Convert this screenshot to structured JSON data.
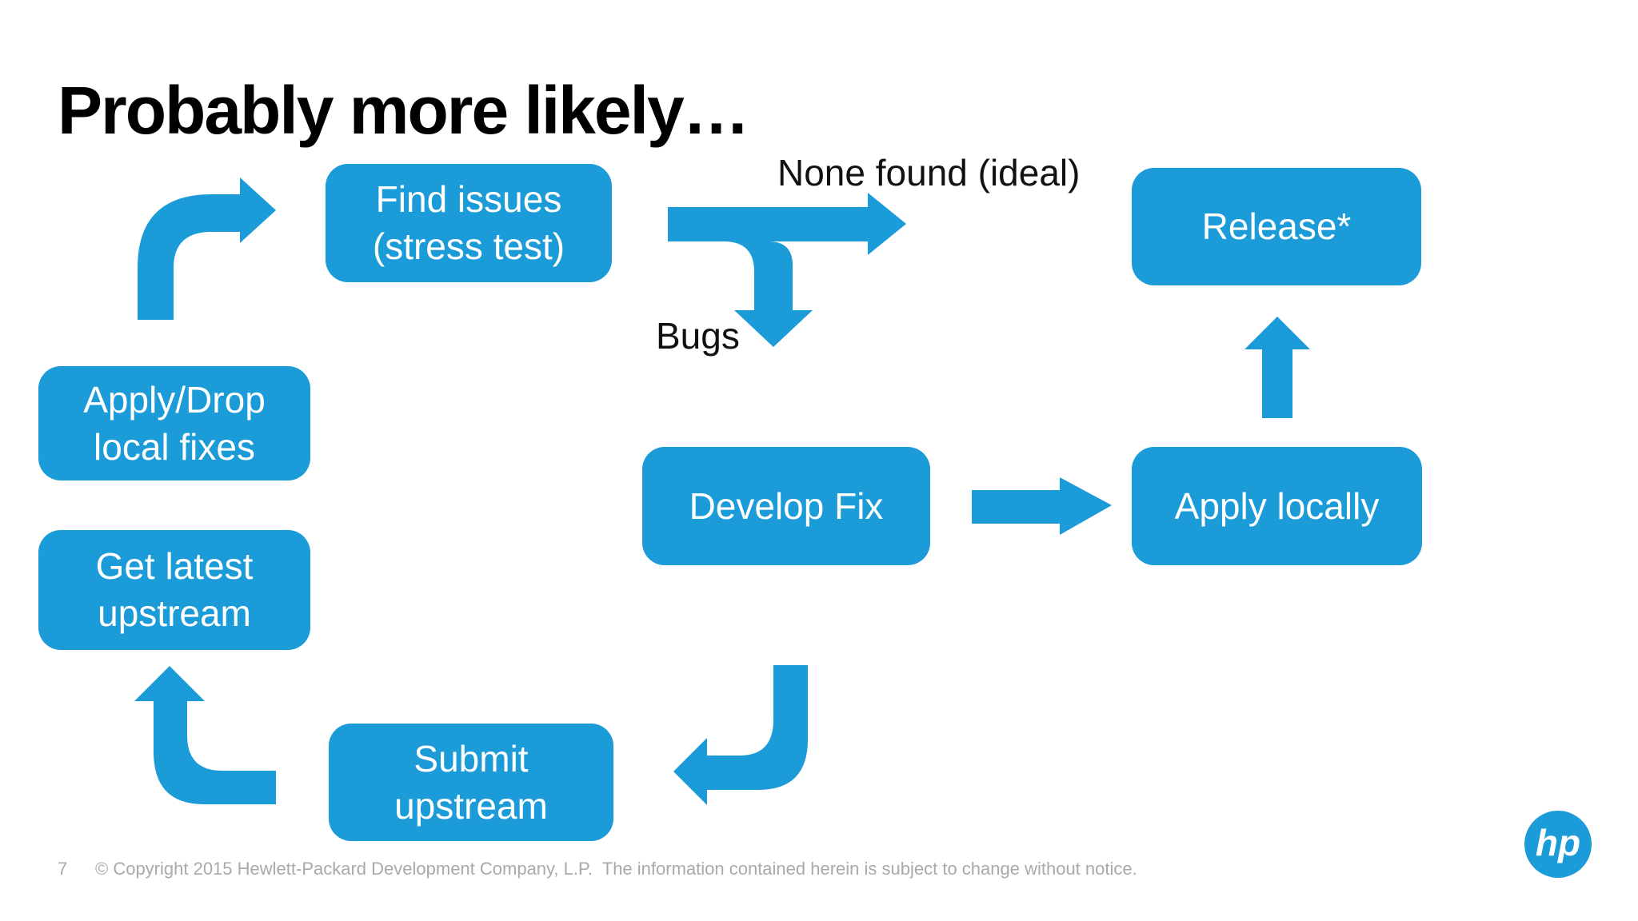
{
  "slide": {
    "title": "Probably more likely…",
    "colors": {
      "accent": "#1b9bd8",
      "title": "#000000",
      "box_text": "#ffffff",
      "footer_text": "#a9a9a9"
    },
    "nodes": {
      "find_issues": "Find issues\n(stress test)",
      "release": "Release*",
      "apply_drop": "Apply/Drop\nlocal fixes",
      "get_latest": "Get latest\nupstream",
      "develop_fix": "Develop Fix",
      "apply_locally": "Apply locally",
      "submit_upstream": "Submit\nupstream"
    },
    "labels": {
      "none_found": "None found (ideal)",
      "bugs": "Bugs"
    },
    "footer": {
      "page_number": "7",
      "copyright": "© Copyright 2015 Hewlett-Packard Development Company, L.P.  The information contained herein is subject to change without notice."
    },
    "logo": {
      "text": "hp"
    }
  }
}
